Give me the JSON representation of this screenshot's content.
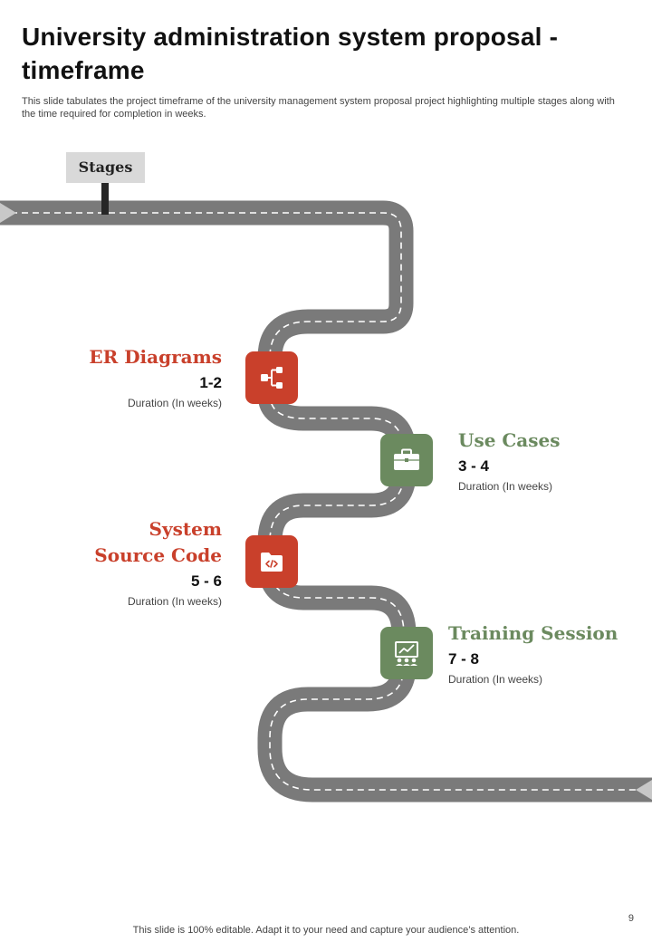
{
  "slide": {
    "title": "University administration system proposal - timeframe",
    "subtitle": "This slide tabulates the project timeframe of the university management system proposal project highlighting multiple stages along with the time required for completion in weeks."
  },
  "stages_label": "Stages",
  "stages": [
    {
      "name": "ER Diagrams",
      "weeks": "1-2",
      "duration_label": "Duration  (In weeks)",
      "icon": "hierarchy-icon",
      "color": "#c9402b"
    },
    {
      "name": "Use Cases",
      "weeks": "3 - 4",
      "duration_label": "Duration  (In weeks)",
      "icon": "briefcase-icon",
      "color": "#6b8a5f"
    },
    {
      "name_lines": [
        "System",
        "Source Code"
      ],
      "weeks": "5 - 6",
      "duration_label": "Duration  (In weeks)",
      "icon": "code-folder-icon",
      "color": "#c9402b"
    },
    {
      "name": "Training Session",
      "weeks": "7 - 8",
      "duration_label": "Duration  (In weeks)",
      "icon": "presentation-icon",
      "color": "#6b8a5f"
    }
  ],
  "footer": {
    "note": "This slide is 100% editable. Adapt it to your need and capture your audience’s attention.",
    "page_number": "9"
  },
  "colors": {
    "road": "#7a7a7a",
    "accent_red": "#c9402b",
    "accent_green": "#6b8a5f",
    "tag": "#d9d9d9"
  }
}
